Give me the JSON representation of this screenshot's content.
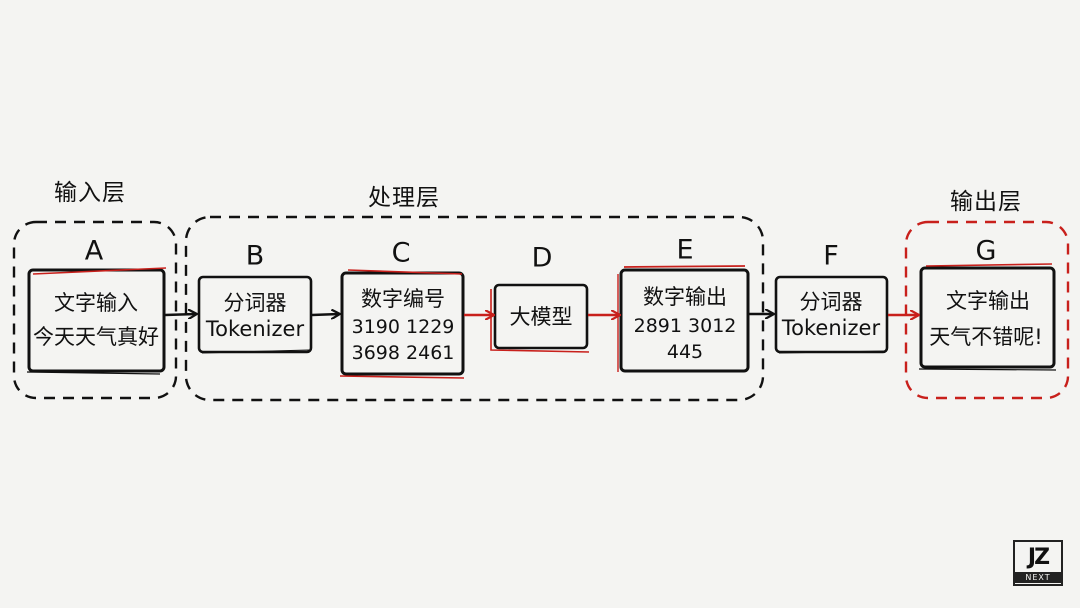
{
  "layers": {
    "input": "输入层",
    "processing": "处理层",
    "output": "输出层"
  },
  "nodes": {
    "a": {
      "letter": "A",
      "line1": "文字输入",
      "line2": "今天天气真好"
    },
    "b": {
      "letter": "B",
      "line1": "分词器",
      "line2": "Tokenizer"
    },
    "c": {
      "letter": "C",
      "line1": "数字编号",
      "line2": "3190 1229",
      "line3": "3698 2461"
    },
    "d": {
      "letter": "D",
      "line1": "大模型"
    },
    "e": {
      "letter": "E",
      "line1": "数字输出",
      "line2": "2891 3012",
      "line3": "445"
    },
    "f": {
      "letter": "F",
      "line1": "分词器",
      "line2": "Tokenizer"
    },
    "g": {
      "letter": "G",
      "line1": "文字输出",
      "line2": "天气不错呢!"
    }
  },
  "logo": {
    "mark": "JZ",
    "sub": "NEXT"
  },
  "colors": {
    "ink": "#111111",
    "accent": "#c8201c",
    "background": "#f4f4f2"
  }
}
